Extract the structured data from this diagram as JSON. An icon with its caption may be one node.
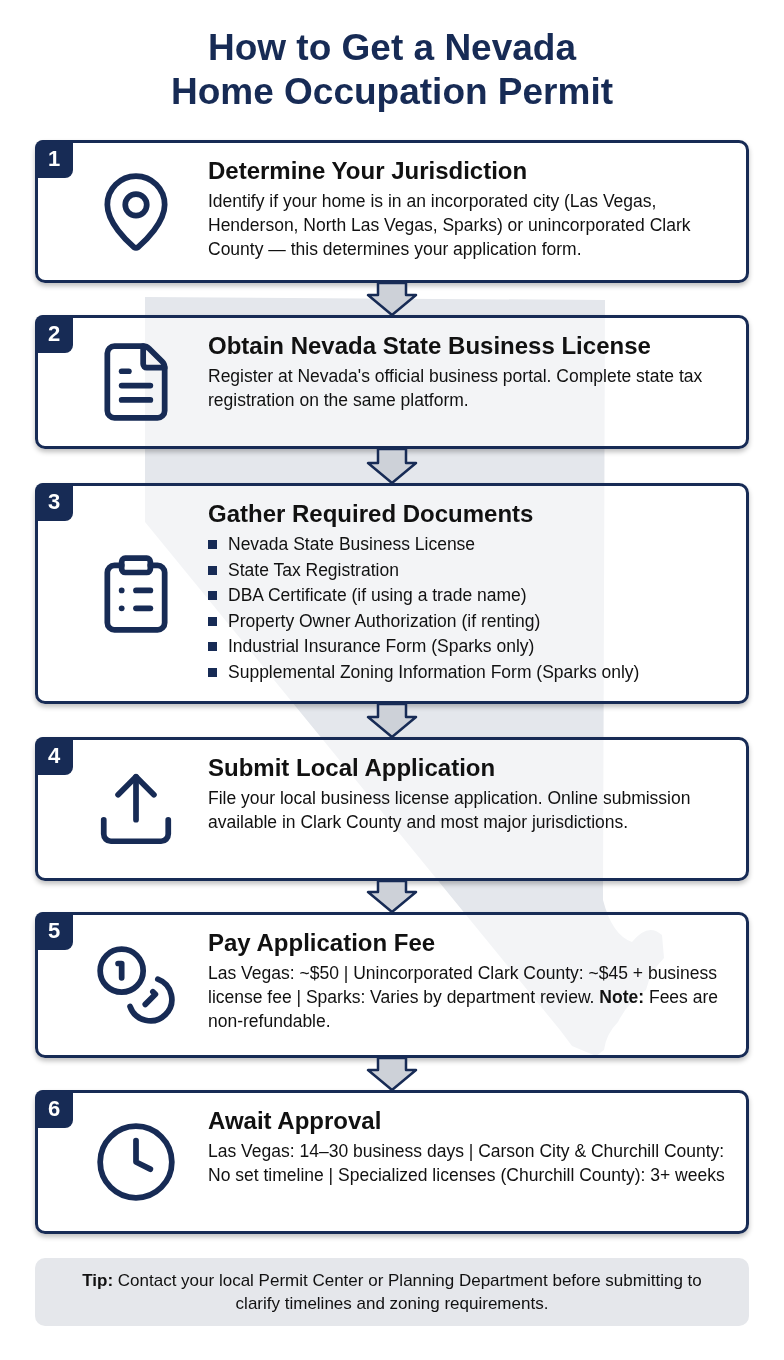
{
  "diagram": {
    "title": "How to Get a Nevada Home Occupation Permit",
    "nodes": [
      {
        "text": [
          "1",
          "Determine Your Jurisdiction",
          "Identify if your home is in an incorporated city (Las Vegas, Henderson, North Las Vegas, Sparks) or unincorporated Clark County — this determines your application form."
        ]
      },
      {
        "text": [
          "2",
          "Obtain Nevada State Business License",
          "Register at Nevada's official business portal. Complete state tax registration on the same platform."
        ]
      },
      {
        "text": [
          "3",
          "Gather Required Documents",
          "Nevada State Business License",
          "State Tax Registration",
          "DBA Certificate (if using a trade name)",
          "Property Owner Authorization (if renting)",
          "Industrial Insurance Form (Sparks only)",
          "Supplemental Zoning Information Form (Sparks only)"
        ]
      },
      {
        "text": [
          "4",
          "Submit Local Application",
          "File your local business license application. Online submission available in Clark County and most major jurisdictions."
        ]
      },
      {
        "text": [
          "5",
          "Pay Application Fee",
          "Las Vegas: ~$50 | Unincorporated Clark County: ~$45 + business license fee | Sparks: Varies by department review. **Note:** Fees are non-refundable."
        ]
      },
      {
        "text": [
          "6",
          "Await Approval",
          "Las Vegas: 14–30 business days | Carson City & Churchill County: No set timeline | Specialized licenses (Churchill County): 3+ weeks"
        ]
      },
      {
        "text": [
          "**Tip:** Contact your local Permit Center or Planning Department before submitting to clarify timelines and zoning requirements."
        ]
      }
    ],
    "edges": [
      {
        "from": 0,
        "to": 1,
        "arrow": "to"
      },
      {
        "from": 1,
        "to": 2,
        "arrow": "to"
      },
      {
        "from": 2,
        "to": 3,
        "arrow": "to"
      },
      {
        "from": 3,
        "to": 4,
        "arrow": "to"
      },
      {
        "from": 4,
        "to": 5,
        "arrow": "to"
      }
    ]
  }
}
